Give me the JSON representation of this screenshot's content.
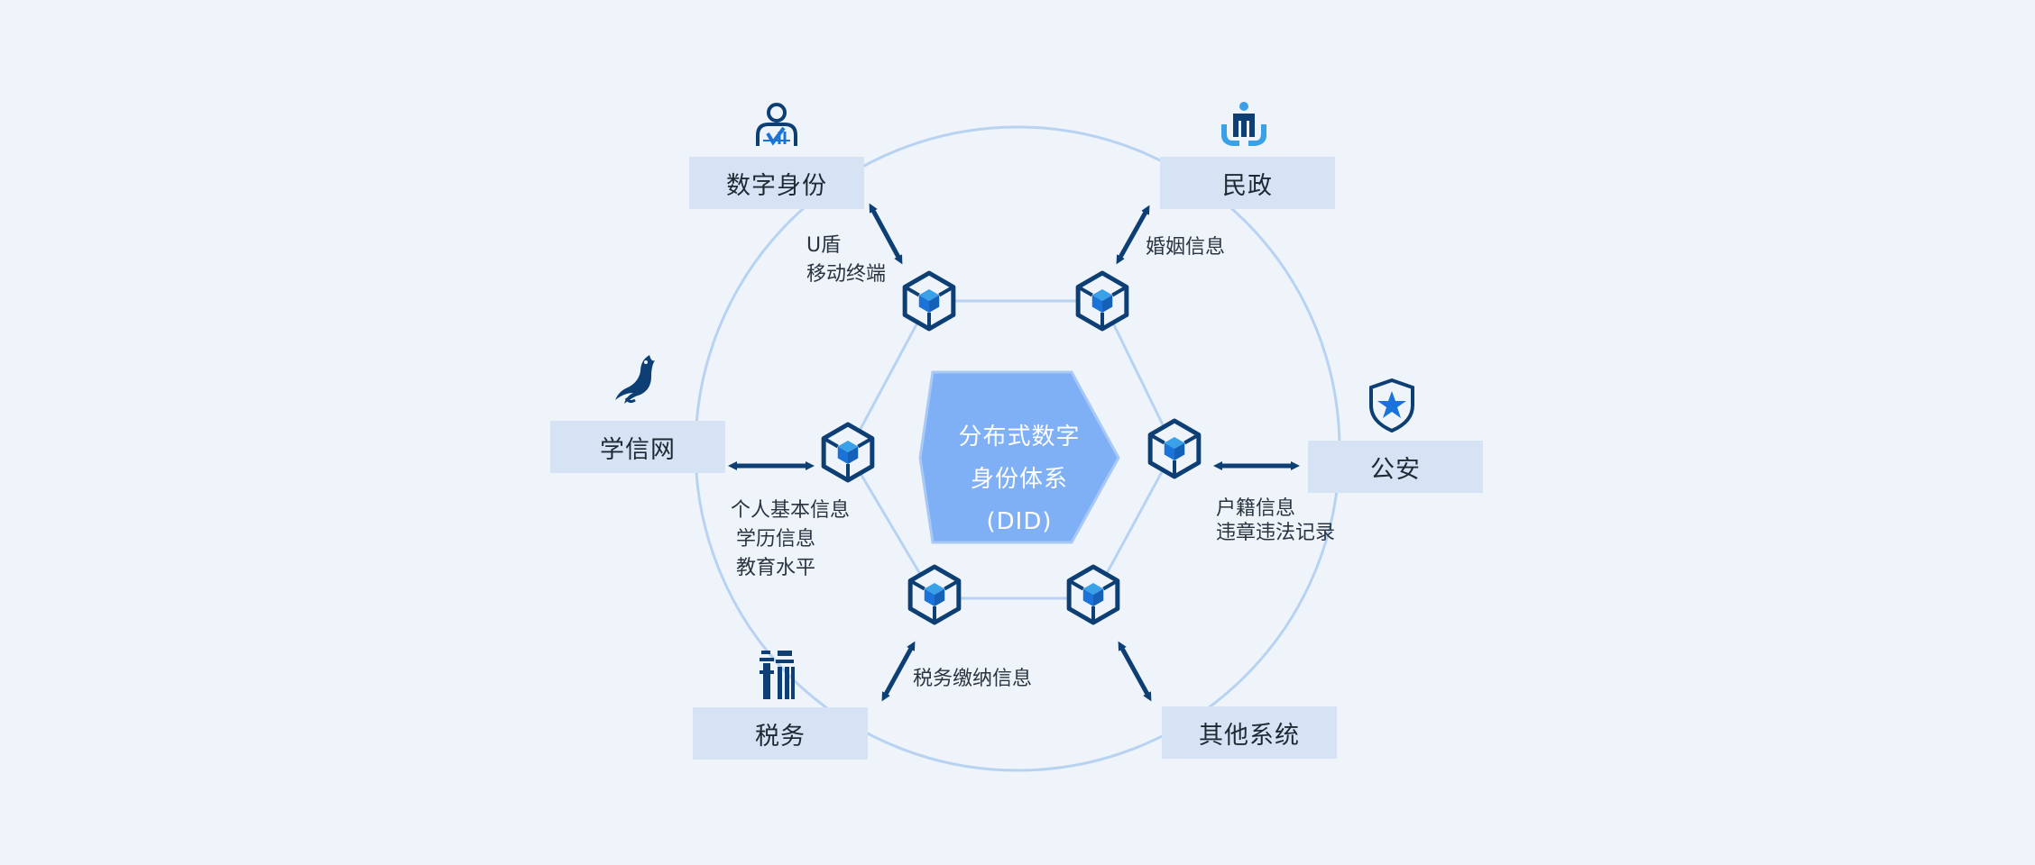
{
  "center": {
    "line1": "分布式数字",
    "line2": "身份体系",
    "line3": "(DID)"
  },
  "nodes": {
    "digital_identity": "数字身份",
    "civil_affairs": "民政",
    "chsi": "学信网",
    "police": "公安",
    "tax": "税务",
    "other_systems": "其他系统"
  },
  "edges": {
    "digital_identity": [
      "U盾",
      "移动终端"
    ],
    "civil_affairs": [
      "婚姻信息"
    ],
    "chsi": [
      "个人基本信息",
      "学历信息",
      "教育水平"
    ],
    "police": [
      "户籍信息",
      "违章违法记录"
    ],
    "tax": [
      "税务缴纳信息"
    ]
  },
  "colors": {
    "background": "#eff4fb",
    "node_fill": "#d6e3f5",
    "circle": "#b8d3f2",
    "center_fill": "#7fb0f5",
    "dark_blue": "#0d3f75",
    "accent_blue": "#1a73d9",
    "light_blue": "#3aa0e8"
  },
  "icons": {
    "digital_identity": "person-id-icon",
    "civil_affairs": "people-hands-icon",
    "chsi": "phoenix-icon",
    "police": "police-shield-icon",
    "tax": "tax-emblem-icon",
    "blockchain": "cube-icon"
  }
}
